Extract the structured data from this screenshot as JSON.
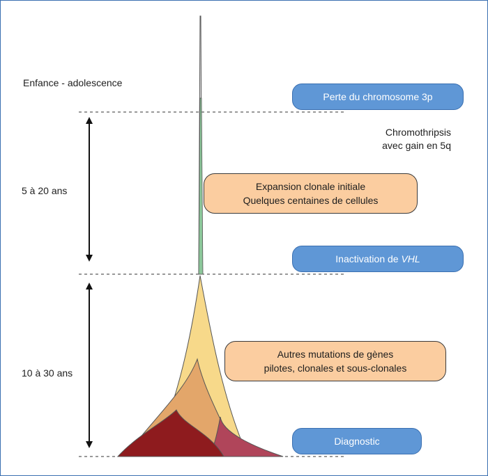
{
  "periods": {
    "childhood": "Enfance - adolescence",
    "span_1": "5 à 20 ans",
    "span_2": "10 à 30 ans"
  },
  "events": {
    "loss_3p": "Perte du chromosome 3p",
    "chromothripsis_line1": "Chromothripsis",
    "chromothripsis_line2": "avec gain en 5q",
    "expansion_line1": "Expansion clonale initiale",
    "expansion_line2": "Quelques centaines de cellules",
    "vhl_prefix": "Inactivation de ",
    "vhl_gene": "VHL",
    "mutations_line1": "Autres mutations de gènes",
    "mutations_line2": "pilotes, clonales et sous-clonales",
    "diagnosis": "Diagnostic"
  },
  "colors": {
    "frame_border": "#3a6fb0",
    "blue_box": "#5f97d6",
    "peach_box": "#fbcda0",
    "green_stem": "#8cc79a",
    "yellow_clone": "#f7d98a",
    "orange_clone": "#e3a66a",
    "dark_red_clone": "#8e1b1e",
    "rose_clone": "#b0455a"
  }
}
